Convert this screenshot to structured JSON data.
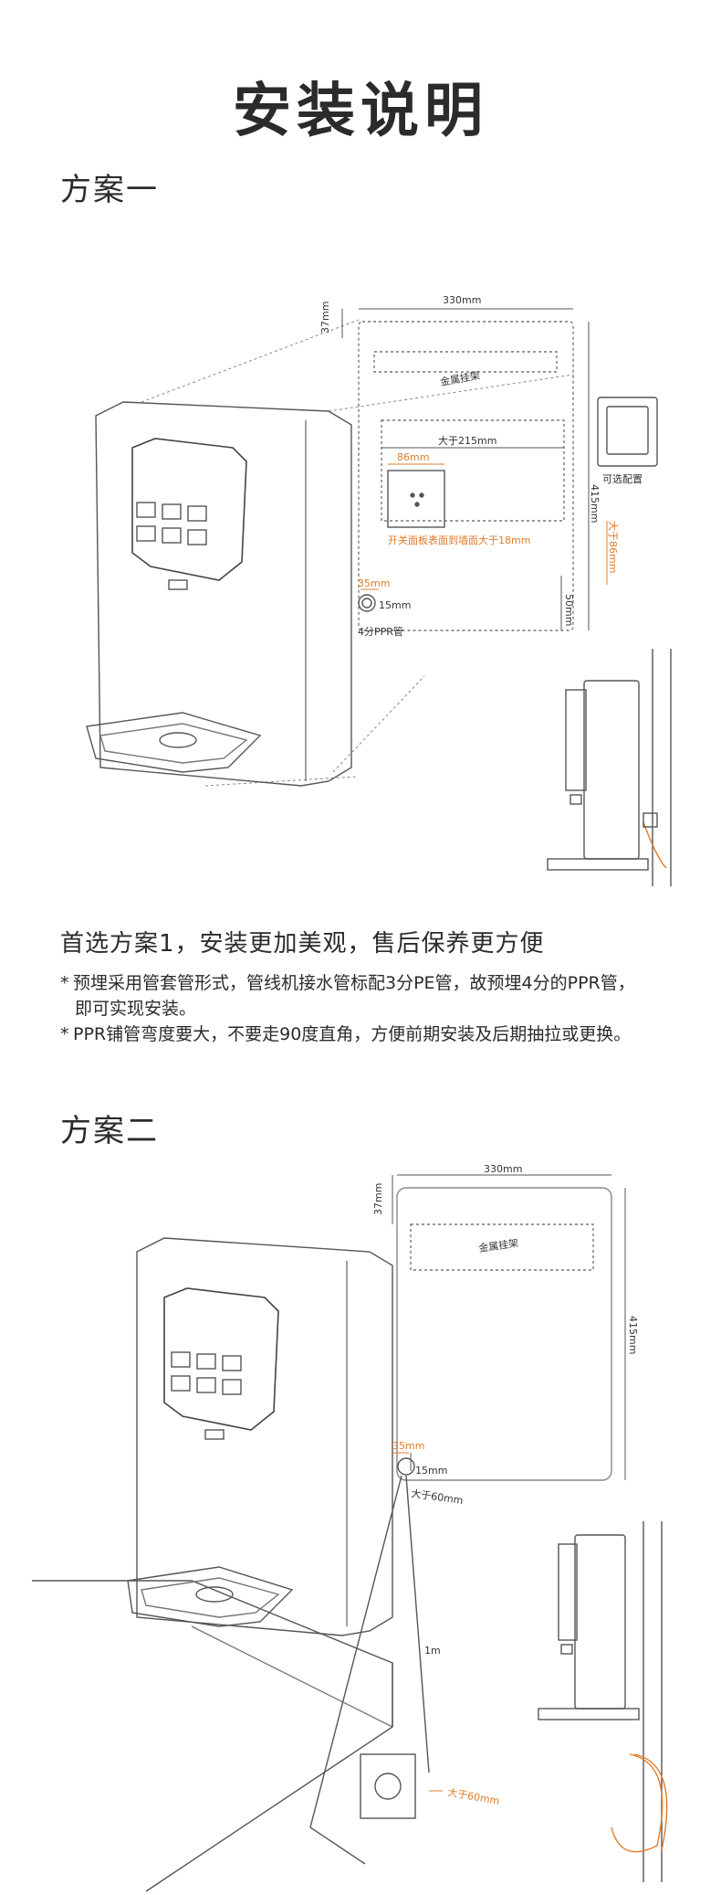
{
  "page": {
    "title": "安装说明"
  },
  "plan1": {
    "heading": "方案一",
    "labels": {
      "width": "330mm",
      "top_gap": "37mm",
      "bracket": "金属挂架",
      "socket_width": "大于215mm",
      "socket_size": "86mm",
      "height": "415mm",
      "socket_height": "大于86mm",
      "socket_depth": "开关面板表面到墙面大于18mm",
      "pipe_offset": "35mm",
      "pipe_dia": "15mm",
      "bottom": "50mm",
      "pipe_name": "4分PPR管",
      "optional": "可选配置"
    },
    "headline": "首选方案1，安装更加美观，售后保养更方便",
    "note1_a": "预埋采用管套管形式，管线机接水管标配3分PE管，故预埋4分的PPR管，",
    "note1_b": "即可实现安装。",
    "note2": "PPR铺管弯度要大，不要走90度直角，方便前期安装及后期抽拉或更换。"
  },
  "plan2": {
    "heading": "方案二",
    "labels": {
      "width": "330mm",
      "top_gap": "37mm",
      "bracket": "金属挂架",
      "height": "415mm",
      "pipe_offset": "35mm",
      "pipe_dia": "15mm",
      "pipe_len": "大于60mm",
      "cable": "1m",
      "socket_len": "大于60mm"
    }
  }
}
